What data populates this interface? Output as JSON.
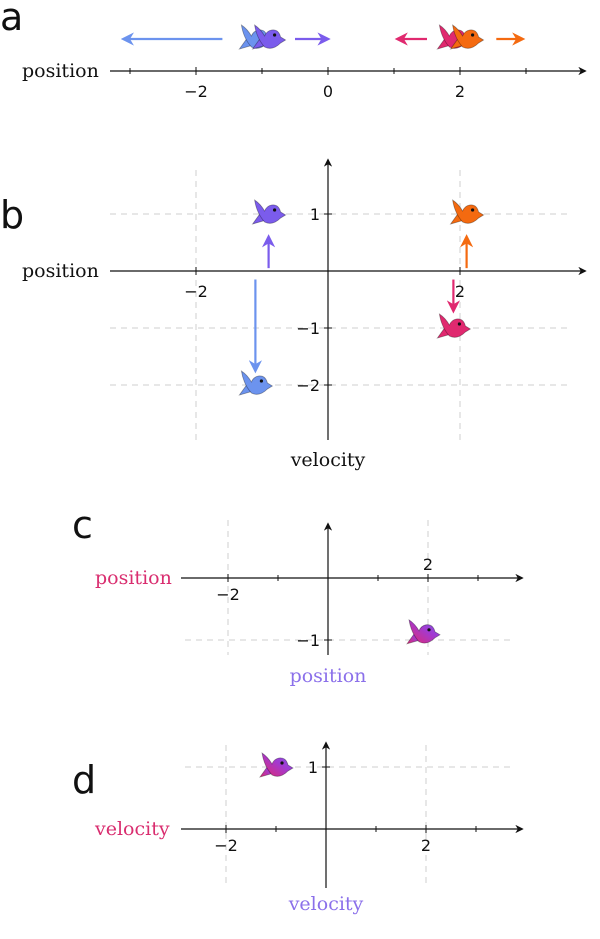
{
  "colors": {
    "axis": "#111111",
    "grid": "#cfcfcf",
    "blue_bird": "#6c93ee",
    "purple_bird": "#7b5cec",
    "pink_bird": "#e0296f",
    "orange_bird": "#f46a10",
    "magenta_label": "#d92d6f",
    "violet_label": "#8b70ea"
  },
  "panels": {
    "a": {
      "letter": "a",
      "axis_label": "position",
      "x_ticks": [
        -2,
        0,
        2
      ],
      "x_tick_labels": [
        "−2",
        "0",
        "2"
      ],
      "birds": [
        {
          "name": "blue-bird",
          "color": "blue_bird",
          "position": -1.1,
          "arrow": {
            "from": -1.6,
            "to": -3.1
          }
        },
        {
          "name": "purple-bird",
          "color": "purple_bird",
          "position": -0.9,
          "arrow": {
            "from": -0.5,
            "to": 0.0
          }
        },
        {
          "name": "pink-bird",
          "color": "pink_bird",
          "position": 1.9,
          "arrow": {
            "from": 1.5,
            "to": 1.05
          }
        },
        {
          "name": "orange-bird",
          "color": "orange_bird",
          "position": 2.1,
          "arrow": {
            "from": 2.55,
            "to": 2.95
          }
        }
      ]
    },
    "b": {
      "letter": "b",
      "x_label": "position",
      "y_label": "velocity",
      "x_ticks": [
        -2,
        2
      ],
      "x_tick_labels": [
        "−2",
        "2"
      ],
      "y_ticks": [
        1,
        -1,
        -2
      ],
      "y_tick_labels": [
        "1",
        "−1",
        "−2"
      ],
      "birds": [
        {
          "name": "purple-bird",
          "color": "purple_bird",
          "position": -0.9,
          "velocity": 1.0
        },
        {
          "name": "orange-bird",
          "color": "orange_bird",
          "position": 2.1,
          "velocity": 1.0
        },
        {
          "name": "pink-bird",
          "color": "pink_bird",
          "position": 1.9,
          "velocity": -1.0
        },
        {
          "name": "blue-bird",
          "color": "blue_bird",
          "position": -1.1,
          "velocity": -2.0
        }
      ],
      "arrows": [
        {
          "name": "purple-arrow",
          "color": "purple_bird",
          "x": -0.9,
          "y_from": 0.05,
          "y_to": 0.6
        },
        {
          "name": "orange-arrow",
          "color": "orange_bird",
          "x": 2.1,
          "y_from": 0.05,
          "y_to": 0.6
        },
        {
          "name": "pink-arrow",
          "color": "pink_bird",
          "x": 1.9,
          "y_from": -0.15,
          "y_to": -0.7
        },
        {
          "name": "blue-arrow",
          "color": "blue_bird",
          "x": -1.1,
          "y_from": -0.15,
          "y_to": -1.75
        }
      ]
    },
    "c": {
      "letter": "c",
      "x_label": "position",
      "y_label": "position",
      "x_ticks": [
        -2,
        2
      ],
      "x_tick_labels": [
        "−2",
        "2"
      ],
      "y_ticks": [
        -1
      ],
      "y_tick_labels": [
        "−1"
      ],
      "bird": {
        "name": "pink-purple-bird",
        "colors": [
          "pink_bird",
          "purple_bird"
        ],
        "x": 1.9,
        "y": -0.9
      }
    },
    "d": {
      "letter": "d",
      "x_label": "velocity",
      "y_label": "velocity",
      "x_ticks": [
        -2,
        2
      ],
      "x_tick_labels": [
        "−2",
        "2"
      ],
      "y_ticks": [
        1
      ],
      "y_tick_labels": [
        "1"
      ],
      "bird": {
        "name": "pink-purple-bird",
        "colors": [
          "pink_bird",
          "purple_bird"
        ],
        "x": -1.0,
        "y": 1.0
      }
    }
  }
}
